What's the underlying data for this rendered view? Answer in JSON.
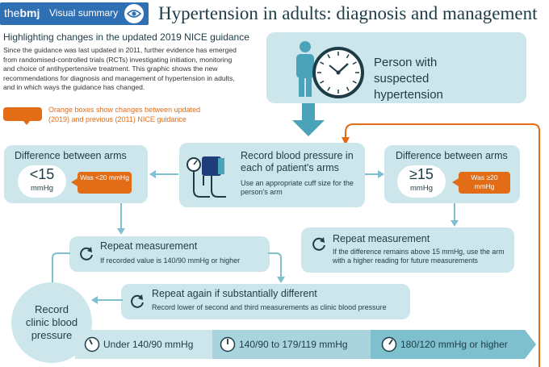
{
  "header": {
    "brand_the": "the",
    "brand_bmj": "bmj",
    "visual_summary": "Visual summary",
    "title": "Hypertension in adults: diagnosis and management"
  },
  "intro": {
    "subtitle": "Highlighting changes in the updated 2019 NICE guidance",
    "body": "Since the guidance was last updated in 2011, further evidence has emerged from randomised-controlled trials (RCTs) investigating initiation, monitoring and choice of antihypertensive treatment. This graphic shows the new recommendations for diagnosis and management of hypertension in adults, and in which ways the guidance has changed.",
    "legend_text": "Orange boxes show changes between updated (2019) and previous (2011) NICE guidance"
  },
  "person_box": {
    "label": "Person with suspected hypertension"
  },
  "record_bp": {
    "title": "Record blood pressure in each of patient's arms",
    "note": "Use an appropriate cuff size for the person's arm"
  },
  "diff_left": {
    "title": "Difference between arms",
    "value": "<15",
    "unit": "mmHg",
    "was": "Was <20 mmHg"
  },
  "diff_right": {
    "title": "Difference between arms",
    "value": "≥15",
    "unit": "mmHg",
    "was": "Was ≥20 mmHg"
  },
  "repeat_left": {
    "title": "Repeat measurement",
    "note": "If recorded value is 140/90 mmHg or higher"
  },
  "repeat_right": {
    "title": "Repeat measurement",
    "note": "If the difference remains above 15 mmHg, use the arm with a higher reading for future measurements"
  },
  "repeat_again": {
    "title": "Repeat again if substantially different",
    "note": "Record lower of second and third measurements as clinic blood pressure"
  },
  "record_clinic": {
    "label": "Record clinic blood pressure"
  },
  "bands": [
    {
      "label": "Under 140/90 mmHg"
    },
    {
      "label": "140/90 to 179/119 mmHg"
    },
    {
      "label": "180/120 mmHg or higher"
    }
  ],
  "colors": {
    "teal_light": "#cde6ec",
    "teal_mid": "#7fc0cf",
    "teal_dark": "#4aa3b8",
    "navy": "#1f3d7a",
    "orange": "#e36c16"
  }
}
